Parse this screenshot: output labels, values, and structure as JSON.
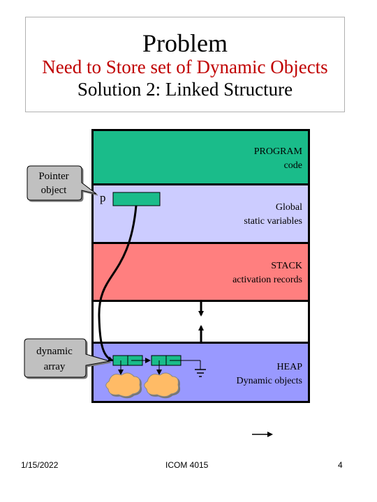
{
  "header": {
    "title": "Problem",
    "subtitle": "Need to Store set of Dynamic Objects",
    "solution": "Solution 2: Linked Structure"
  },
  "memory": {
    "program": {
      "line1": "PROGRAM",
      "line2": "code",
      "color": "#1abc8a"
    },
    "global": {
      "line1": "Global",
      "line2": "static variables",
      "color": "#ccccff"
    },
    "stack": {
      "line1": "STACK",
      "line2": "activation records",
      "color": "#ff7f7f"
    },
    "free": {
      "color": "#ffffff"
    },
    "heap": {
      "line1": "HEAP",
      "line2": "Dynamic objects",
      "color": "#9999ff"
    }
  },
  "pointer_var": {
    "label": "p",
    "color": "#1abc8a"
  },
  "callouts": {
    "pointer": {
      "line1": "Pointer",
      "line2": "object"
    },
    "dynamic": {
      "line1": "dynamic",
      "line2": "array"
    }
  },
  "footer": {
    "date": "1/15/2022",
    "course": "ICOM 4015",
    "page": "4"
  }
}
